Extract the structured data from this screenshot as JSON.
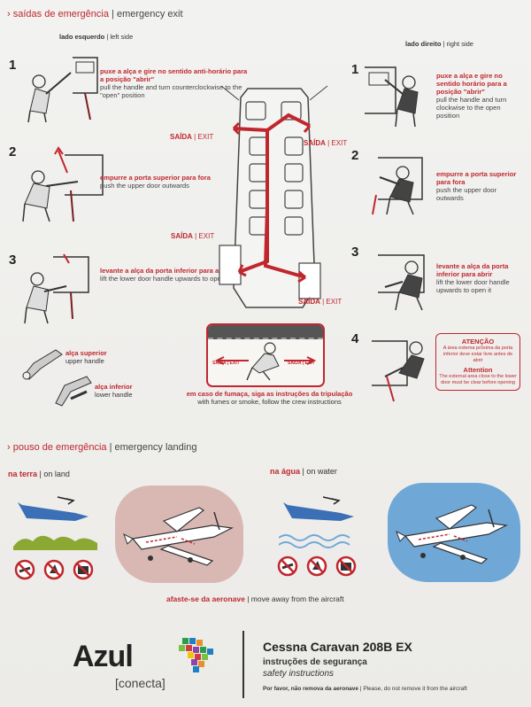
{
  "emergency_exits": {
    "title_pt": "saídas de emergência",
    "title_en": "emergency exit",
    "left_side_pt": "lado esquerdo",
    "left_side_en": "left side",
    "right_side_pt": "lado direito",
    "right_side_en": "right side",
    "left_steps": [
      {
        "num": "1",
        "pt": "puxe a alça e gire no sentido anti-horário para a posição \"abrir\"",
        "en": "pull the handle and turn counterclockwise to the \"open\" position"
      },
      {
        "num": "2",
        "pt": "empurre a porta superior para fora",
        "en": "push the upper door outwards"
      },
      {
        "num": "3",
        "pt": "levante a alça da porta inferior para abrir",
        "en": "lift the lower door handle upwards to open it"
      }
    ],
    "right_steps": [
      {
        "num": "1",
        "pt": "puxe a alça e gire no sentido horário para a posição \"abrir\"",
        "en": "pull the handle and turn clockwise to the open position"
      },
      {
        "num": "2",
        "pt": "empurre a porta superior para fora",
        "en": "push the upper door outwards"
      },
      {
        "num": "3",
        "pt": "levante a alça da porta inferior para abrir",
        "en": "lift the lower door handle upwards to open it"
      },
      {
        "num": "4"
      }
    ],
    "exit_pt": "SAÍDA",
    "exit_en": "EXIT",
    "handles": {
      "upper_pt": "alça superior",
      "upper_en": "upper handle",
      "lower_pt": "alça inferior",
      "lower_en": "lower handle"
    },
    "smoke_pt": "em caso de fumaça, siga as instruções da tripulação",
    "smoke_en": "with fumes or smoke, follow the crew instructions",
    "smoke_exit_label": "SAÍDA | EXIT",
    "attention": {
      "title_pt": "ATENÇÃO",
      "body_pt": "A área externa próxima da porta inferior deve estar livre antes de abrir",
      "title_en": "Attention",
      "body_en": "The external area close to the lower door must be clear before opening"
    }
  },
  "emergency_landing": {
    "title_pt": "pouso de emergência",
    "title_en": "emergency landing",
    "land_pt": "na terra",
    "land_en": "on land",
    "water_pt": "na água",
    "water_en": "on water",
    "move_away_pt": "afaste-se da aeronave",
    "move_away_en": "move away from the aircraft"
  },
  "footer": {
    "brand": "Azul",
    "brand_sub": "[conecta]",
    "aircraft": "Cessna Caravan 208B EX",
    "subtitle_pt": "instruções de segurança",
    "subtitle_en": "safety instructions",
    "note_pt": "Por favor, não remova da aeronave",
    "note_en": "Please, do not remove it from the aircraft"
  },
  "colors": {
    "red": "#c0272d",
    "blue": "#3b6fb6",
    "water": "#6fa8d6",
    "land": "#d9b8b4",
    "green": "#8ba832"
  }
}
